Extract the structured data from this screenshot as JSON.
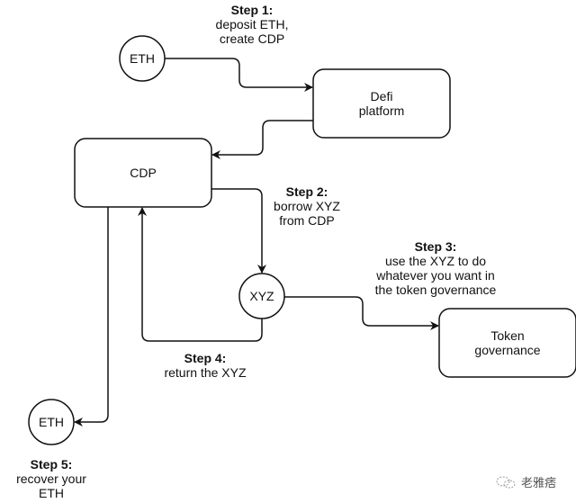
{
  "nodes": {
    "eth_top": "ETH",
    "defi": [
      "Defi",
      "platform"
    ],
    "cdp": "CDP",
    "xyz": "XYZ",
    "token": [
      "Token",
      "governance"
    ],
    "eth_bottom": "ETH"
  },
  "steps": [
    {
      "title": "Step 1:",
      "lines": [
        "deposit ETH,",
        "create CDP"
      ]
    },
    {
      "title": "Step 2:",
      "lines": [
        "borrow XYZ",
        "from CDP"
      ]
    },
    {
      "title": "Step 3:",
      "lines": [
        "use the XYZ to do",
        "whatever you want in",
        "the token governance"
      ]
    },
    {
      "title": "Step 4:",
      "lines": [
        "return the XYZ"
      ]
    },
    {
      "title": "Step 5:",
      "lines": [
        "recover your",
        "ETH"
      ]
    }
  ],
  "watermark": {
    "text": "老雅痞",
    "icon": "wechat-icon"
  }
}
